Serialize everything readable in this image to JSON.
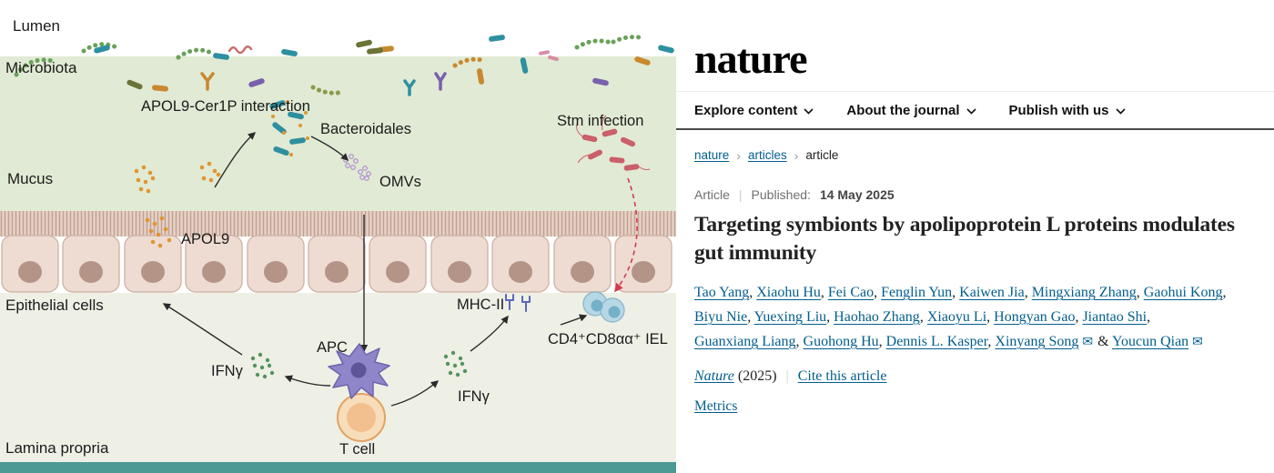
{
  "diagram": {
    "labels": {
      "lumen": "Lumen",
      "microbiota": "Microbiota",
      "mucus": "Mucus",
      "epithelial_cells": "Epithelial cells",
      "lamina_propria": "Lamina propria",
      "apol9_cer1p": "APOL9-Cer1P interaction",
      "bacteroidales": "Bacteroidales",
      "omvs": "OMVs",
      "apol9": "APOL9",
      "stm_infection": "Stm infection",
      "mhc_ii": "MHC-II",
      "cd4_cd8_iel": "CD4⁺CD8αα⁺ IEL",
      "apc": "APC",
      "ifng_left": "IFNγ",
      "ifng_right": "IFNγ",
      "t_cell": "T cell"
    }
  },
  "site": {
    "brand": "nature",
    "link_color": "#025e8d",
    "nav": [
      {
        "label": "Explore content"
      },
      {
        "label": "About the journal"
      },
      {
        "label": "Publish with us"
      }
    ],
    "breadcrumb": [
      {
        "label": "nature",
        "link": true
      },
      {
        "label": "articles",
        "link": true
      },
      {
        "label": "article",
        "link": false
      }
    ],
    "article": {
      "type_label": "Article",
      "published_label": "Published:",
      "published_date": "14 May 2025",
      "title": "Targeting symbionts by apolipoprotein L proteins modulates gut immunity",
      "authors": [
        {
          "name": "Tao Yang"
        },
        {
          "name": "Xiaohu Hu"
        },
        {
          "name": "Fei Cao"
        },
        {
          "name": "Fenglin Yun"
        },
        {
          "name": "Kaiwen Jia"
        },
        {
          "name": "Mingxiang Zhang"
        },
        {
          "name": "Gaohui Kong"
        },
        {
          "name": "Biyu Nie"
        },
        {
          "name": "Yuexing Liu"
        },
        {
          "name": "Haohao Zhang"
        },
        {
          "name": "Xiaoyu Li"
        },
        {
          "name": "Hongyan Gao"
        },
        {
          "name": "Jiantao Shi"
        },
        {
          "name": "Guanxiang Liang"
        },
        {
          "name": "Guohong Hu"
        },
        {
          "name": "Dennis L. Kasper"
        },
        {
          "name": "Xinyang Song",
          "email": true
        },
        {
          "name": "Youcun Qian",
          "email": true
        }
      ],
      "journal": "Nature",
      "year": "(2025)",
      "cite_label": "Cite this article",
      "metrics_label": "Metrics"
    }
  }
}
